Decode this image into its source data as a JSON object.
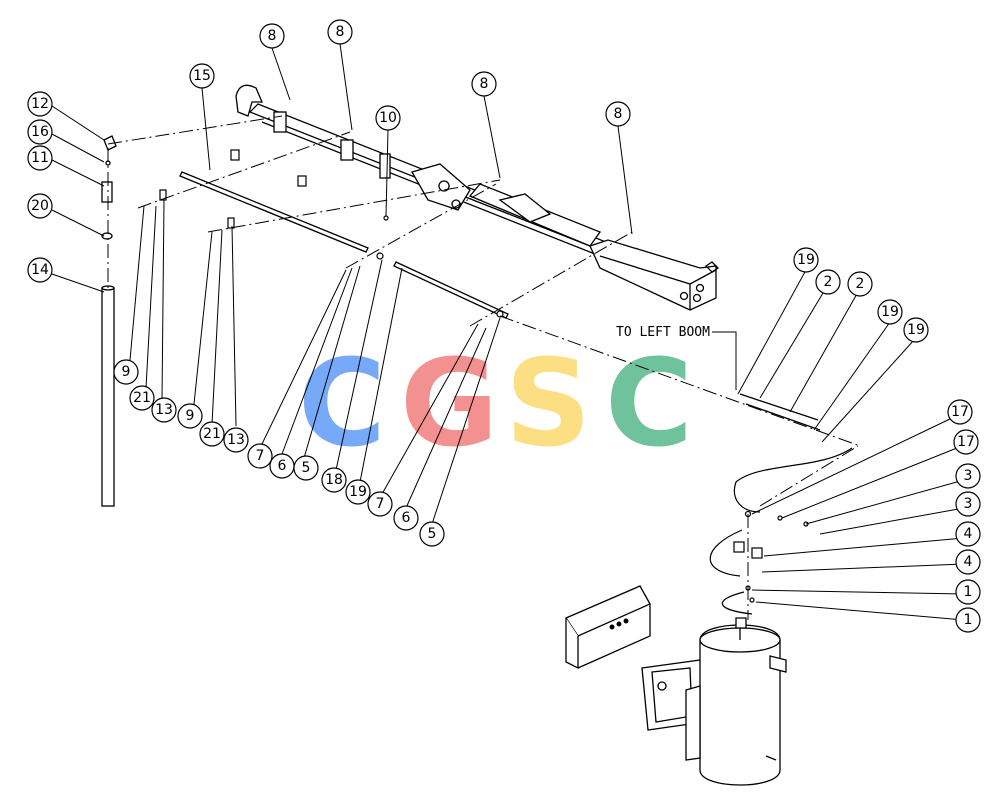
{
  "diagram": {
    "callouts": [
      {
        "label": "8"
      },
      {
        "label": "8"
      },
      {
        "label": "8"
      },
      {
        "label": "8"
      },
      {
        "label": "15"
      },
      {
        "label": "10"
      },
      {
        "label": "12"
      },
      {
        "label": "16"
      },
      {
        "label": "11"
      },
      {
        "label": "20"
      },
      {
        "label": "14"
      },
      {
        "label": "9"
      },
      {
        "label": "21"
      },
      {
        "label": "13"
      },
      {
        "label": "9"
      },
      {
        "label": "21"
      },
      {
        "label": "13"
      },
      {
        "label": "7"
      },
      {
        "label": "6"
      },
      {
        "label": "5"
      },
      {
        "label": "18"
      },
      {
        "label": "19"
      },
      {
        "label": "7"
      },
      {
        "label": "6"
      },
      {
        "label": "5"
      },
      {
        "label": "19"
      },
      {
        "label": "2"
      },
      {
        "label": "2"
      },
      {
        "label": "19"
      },
      {
        "label": "19"
      },
      {
        "label": "17"
      },
      {
        "label": "17"
      },
      {
        "label": "3"
      },
      {
        "label": "3"
      },
      {
        "label": "4"
      },
      {
        "label": "4"
      },
      {
        "label": "1"
      },
      {
        "label": "1"
      }
    ],
    "note": "TO LEFT BOOM",
    "watermark": {
      "letters": [
        "C",
        "G",
        "S",
        "C"
      ],
      "colors": [
        "#4a8df8",
        "#f06b6b",
        "#fbd55a",
        "#3fae7a"
      ]
    }
  }
}
